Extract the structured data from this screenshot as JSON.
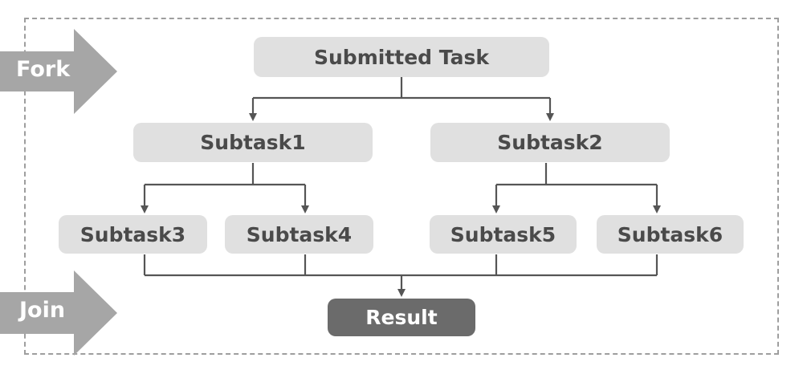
{
  "side_arrows": {
    "fork": "Fork",
    "join": "Join"
  },
  "nodes": {
    "root": "Submitted Task",
    "subtask1": "Subtask1",
    "subtask2": "Subtask2",
    "subtask3": "Subtask3",
    "subtask4": "Subtask4",
    "subtask5": "Subtask5",
    "subtask6": "Subtask6",
    "result": "Result"
  },
  "colors": {
    "node_fill": "#e0e0e0",
    "result_fill": "#6b6b6b",
    "arrow_fill": "#a6a6a6",
    "line": "#555555",
    "frame": "#9e9e9e"
  }
}
